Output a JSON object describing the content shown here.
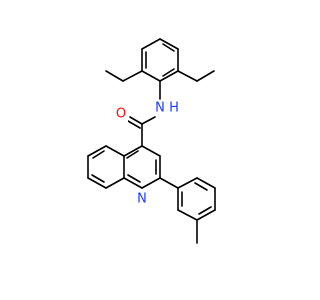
{
  "molecule": {
    "atoms": {
      "O": {
        "text": "O",
        "color": "#ff0d0d"
      },
      "NH": {
        "text": "N",
        "color": "#1e3cff"
      },
      "H": {
        "text": "H",
        "color": "#1e3cff"
      },
      "Nq": {
        "text": "N",
        "color": "#1e3cff"
      }
    },
    "bond_color": "#000000"
  }
}
